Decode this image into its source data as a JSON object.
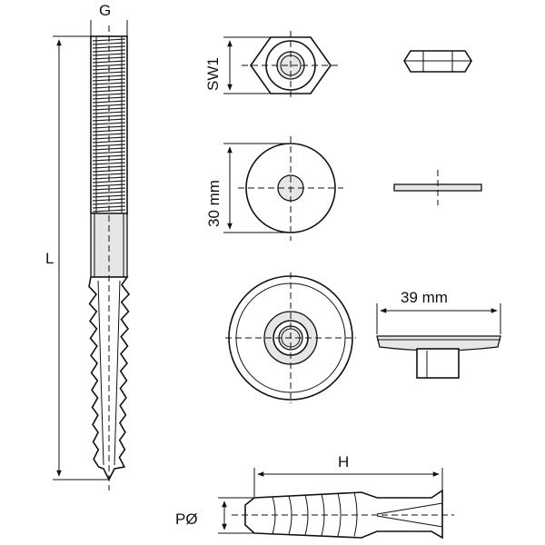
{
  "labels": {
    "screw_thread": "G",
    "screw_length": "L",
    "nut_width": "SW1",
    "washer_diameter": "30 mm",
    "cap_diameter": "39 mm",
    "dowel_length": "H",
    "dowel_diameter": "PØ"
  },
  "colors": {
    "line": "#111111",
    "fill": "#ffffff",
    "shade": "#e6e6e6"
  }
}
